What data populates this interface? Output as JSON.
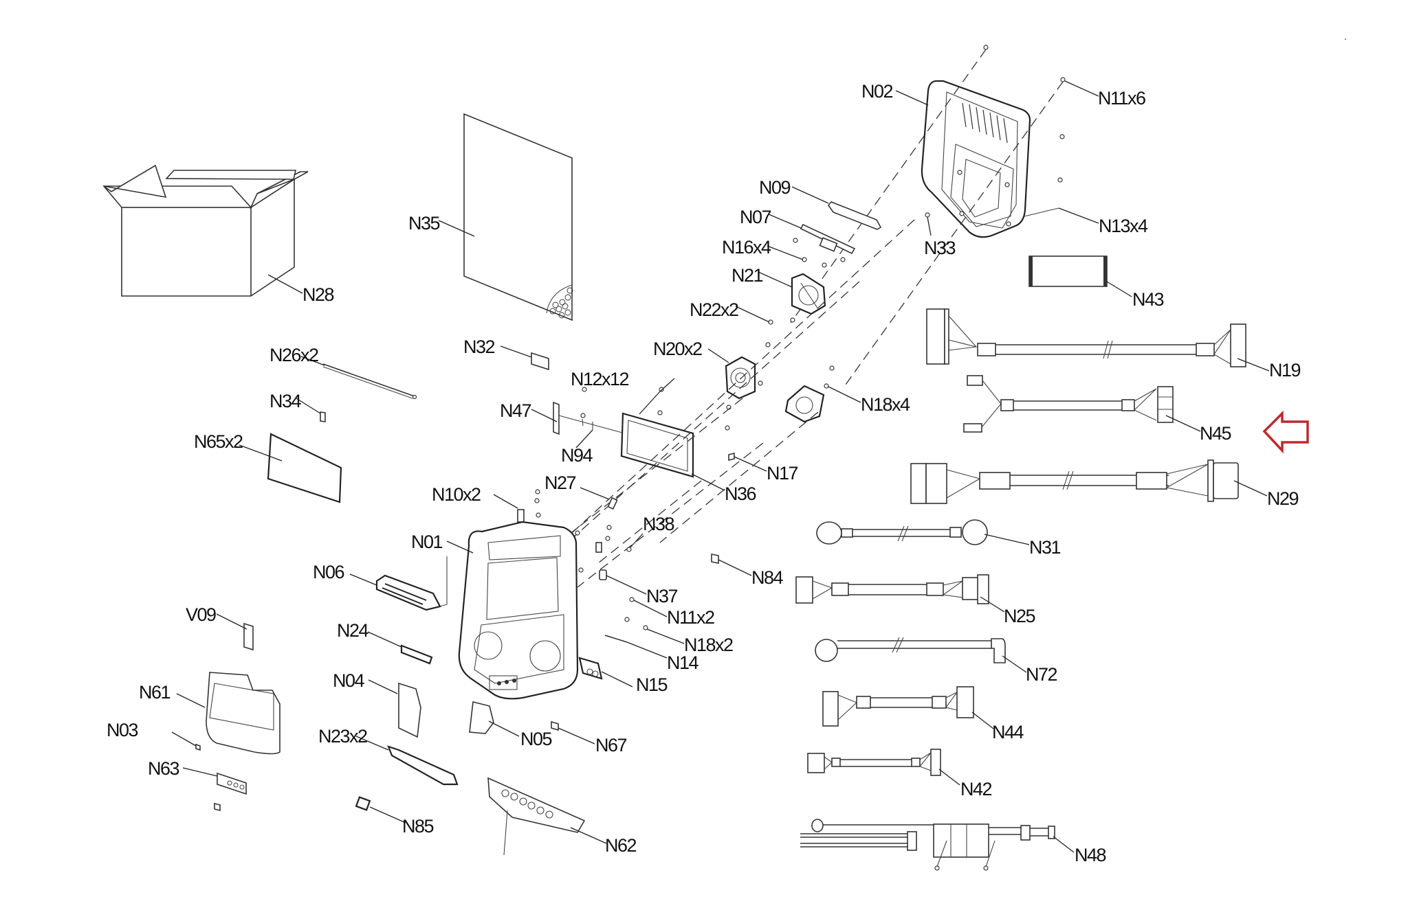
{
  "diagram": {
    "title": "Console exploded parts diagram",
    "highlight_color": "#c0282d",
    "highlighted_part": "N45",
    "parts": [
      {
        "id": "N02",
        "label": "N02"
      },
      {
        "id": "N11x6",
        "label": "N11x6"
      },
      {
        "id": "N09",
        "label": "N09"
      },
      {
        "id": "N07",
        "label": "N07"
      },
      {
        "id": "N16x4",
        "label": "N16x4"
      },
      {
        "id": "N33",
        "label": "N33"
      },
      {
        "id": "N13x4",
        "label": "N13x4"
      },
      {
        "id": "N21",
        "label": "N21"
      },
      {
        "id": "N22x2",
        "label": "N22x2"
      },
      {
        "id": "N43",
        "label": "N43"
      },
      {
        "id": "N28",
        "label": "N28"
      },
      {
        "id": "N35",
        "label": "N35"
      },
      {
        "id": "N32",
        "label": "N32"
      },
      {
        "id": "N26x2",
        "label": "N26x2"
      },
      {
        "id": "N34",
        "label": "N34"
      },
      {
        "id": "N65x2",
        "label": "N65x2"
      },
      {
        "id": "N20x2",
        "label": "N20x2"
      },
      {
        "id": "N12x12",
        "label": "N12x12"
      },
      {
        "id": "N47",
        "label": "N47"
      },
      {
        "id": "N94",
        "label": "N94"
      },
      {
        "id": "N18x4",
        "label": "N18x4"
      },
      {
        "id": "N17",
        "label": "N17"
      },
      {
        "id": "N36",
        "label": "N36"
      },
      {
        "id": "N27",
        "label": "N27"
      },
      {
        "id": "N10x2",
        "label": "N10x2"
      },
      {
        "id": "N01",
        "label": "N01"
      },
      {
        "id": "N38",
        "label": "N38"
      },
      {
        "id": "N06",
        "label": "N06"
      },
      {
        "id": "N37",
        "label": "N37"
      },
      {
        "id": "N84",
        "label": "N84"
      },
      {
        "id": "N11x2",
        "label": "N11x2"
      },
      {
        "id": "N18x2",
        "label": "N18x2"
      },
      {
        "id": "N14",
        "label": "N14"
      },
      {
        "id": "N15",
        "label": "N15"
      },
      {
        "id": "N24",
        "label": "N24"
      },
      {
        "id": "V09",
        "label": "V09"
      },
      {
        "id": "N61",
        "label": "N61"
      },
      {
        "id": "N04",
        "label": "N04"
      },
      {
        "id": "N23x2",
        "label": "N23x2"
      },
      {
        "id": "N03",
        "label": "N03"
      },
      {
        "id": "N05",
        "label": "N05"
      },
      {
        "id": "N67",
        "label": "N67"
      },
      {
        "id": "N63",
        "label": "N63"
      },
      {
        "id": "N85",
        "label": "N85"
      },
      {
        "id": "N62",
        "label": "N62"
      },
      {
        "id": "N19",
        "label": "N19"
      },
      {
        "id": "N45",
        "label": "N45"
      },
      {
        "id": "N29",
        "label": "N29"
      },
      {
        "id": "N31",
        "label": "N31"
      },
      {
        "id": "N25",
        "label": "N25"
      },
      {
        "id": "N72",
        "label": "N72"
      },
      {
        "id": "N44",
        "label": "N44"
      },
      {
        "id": "N42",
        "label": "N42"
      },
      {
        "id": "N48",
        "label": "N48"
      }
    ]
  }
}
